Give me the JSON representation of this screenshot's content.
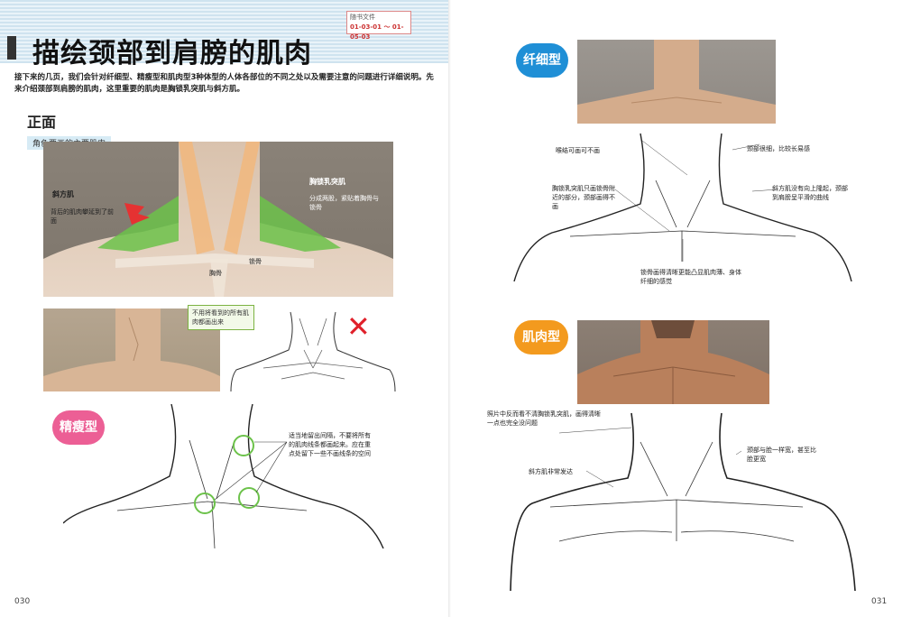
{
  "left_page": {
    "source_box": {
      "line1": "随书文件",
      "line2": "01-03-01 ～ 01-05-03"
    },
    "title": "描绘颈部到肩膀的肌肉",
    "intro": "接下来的几页，我们会针对纤细型、精瘦型和肌肉型3种体型的人体各部位的不同之处以及需要注意的问题进行详细说明。先来介绍颈部到肩膀的肌肉，这里重要的肌肉是胸锁乳突肌与斜方肌。",
    "section_heading": "正面",
    "sub_label": "角色要画的主要肌肉",
    "diagram": {
      "trapezius_title": "斜方肌",
      "trapezius_desc": "背后的肌肉攀延到了前面",
      "scm_title": "胸锁乳突肌",
      "scm_desc": "分成两股，紧贴着胸骨与锁骨",
      "clavicle": "锁骨",
      "sternum": "胸骨"
    },
    "wrong_callout": "不用将看到的所有肌肉都画出来",
    "wrong_mark": "✕",
    "lean_badge": "精瘦型",
    "lean_note": "适当地留出间隔，不要将所有的肌肉线条都画起来。应在重点处留下一些不画线条的空间",
    "page_number": "030"
  },
  "right_page": {
    "slim_badge": "纤细型",
    "slim_notes": {
      "adam": "喉结可画可不画",
      "neck_thin": "颈部很细，比较长易感",
      "scm": "胸锁乳突肌只画锁骨附近的部分，颈部画得不画",
      "trap": "斜方肌没有向上隆起，颈部到肩膀呈平滑的曲线",
      "clavicle": "锁骨画得清晰更能凸显肌肉薄、身体纤细的感觉"
    },
    "muscle_badge": "肌肉型",
    "muscle_notes": {
      "scm": "照片中反而看不清胸锁乳突肌，画得清晰一点也完全没问题",
      "neck_thick": "颈部与脸一样宽，甚至比脸更宽",
      "trap": "斜方肌非常发达"
    },
    "page_number": "031"
  },
  "colors": {
    "title_band": "#d7e9f4",
    "green": "#6cc24a",
    "orange": "#f2a65a",
    "pink": "#ec5f95",
    "blue": "#1f8fd6",
    "badge_orange": "#f39a1e",
    "red_mark": "#e0202a"
  }
}
